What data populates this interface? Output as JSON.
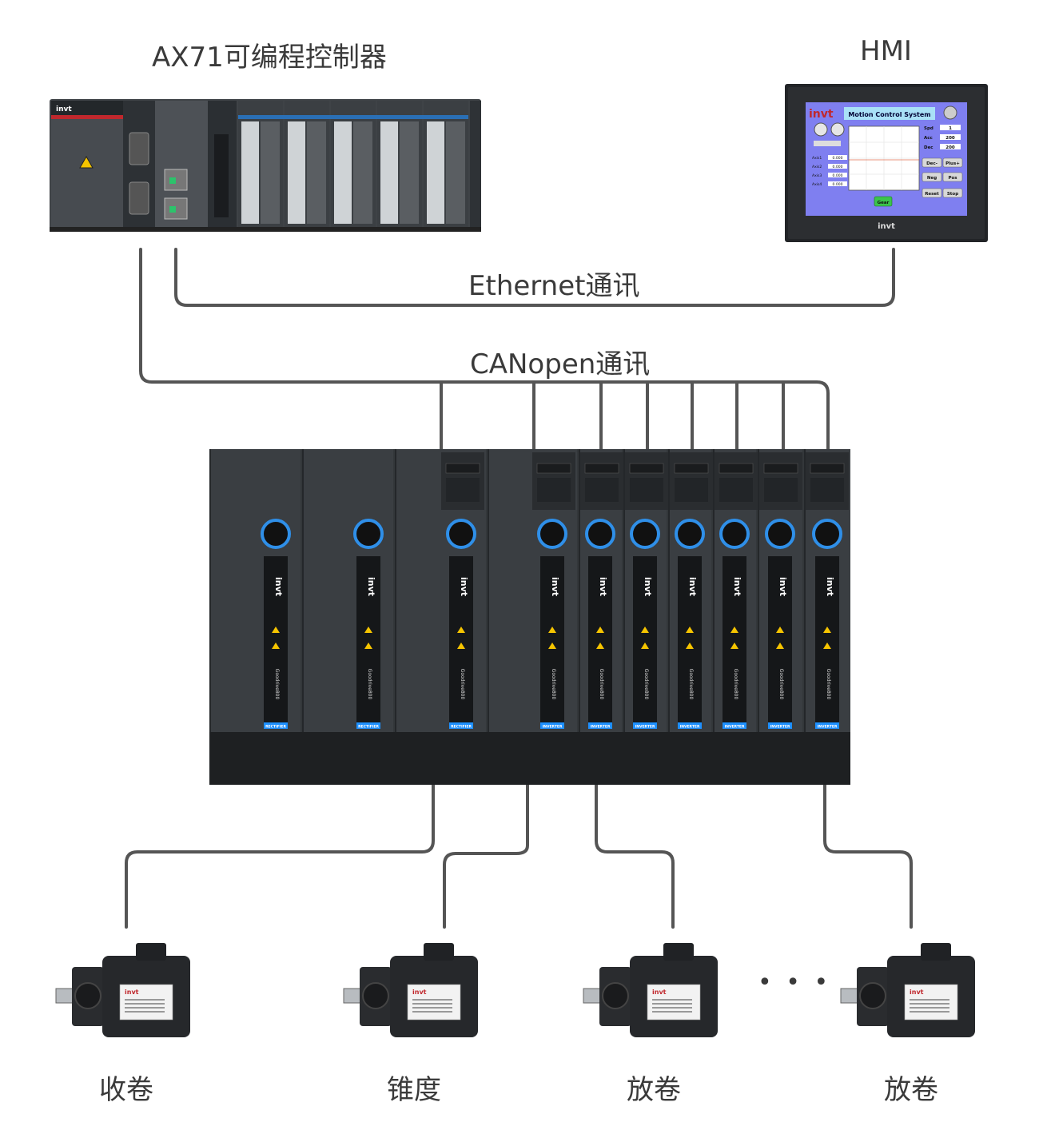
{
  "labels": {
    "controller": "AX71可编程控制器",
    "hmi": "HMI",
    "ethernet": "Ethernet通讯",
    "canopen": "CANopen通讯",
    "ellipsis": "• • •"
  },
  "motor_labels": [
    "收卷",
    "锥度",
    "放卷",
    "放卷"
  ],
  "brand": "invt",
  "hmi_screen": {
    "title": "Motion Control System",
    "params": [
      {
        "name": "Spd",
        "value": "1"
      },
      {
        "name": "Acc",
        "value": "200"
      },
      {
        "name": "Dec",
        "value": "200"
      }
    ],
    "axes": [
      {
        "name": "Axis1",
        "value": "0.000"
      },
      {
        "name": "Axis2",
        "value": "0.000"
      },
      {
        "name": "Axis3",
        "value": "0.000"
      },
      {
        "name": "Axis4",
        "value": "0.000"
      }
    ],
    "buttons": [
      "Dec-",
      "Plus+",
      "Neg",
      "Pos",
      "Reset",
      "Stop"
    ],
    "center_button": "Gear"
  },
  "drive_model": "Goodrive800",
  "drive_modules": [
    "RECTIFIER",
    "RECTIFIER",
    "RECTIFIER",
    "INVERTER",
    "INVERTER",
    "INVERTER",
    "INVERTER",
    "INVERTER",
    "INVERTER",
    "INVERTER"
  ],
  "colors": {
    "line": "#555555",
    "plc": "#4a4e52",
    "hmi_screen": "#7f7ff0",
    "drive": "#2f3336",
    "accent_blue": "#1e90ff"
  }
}
